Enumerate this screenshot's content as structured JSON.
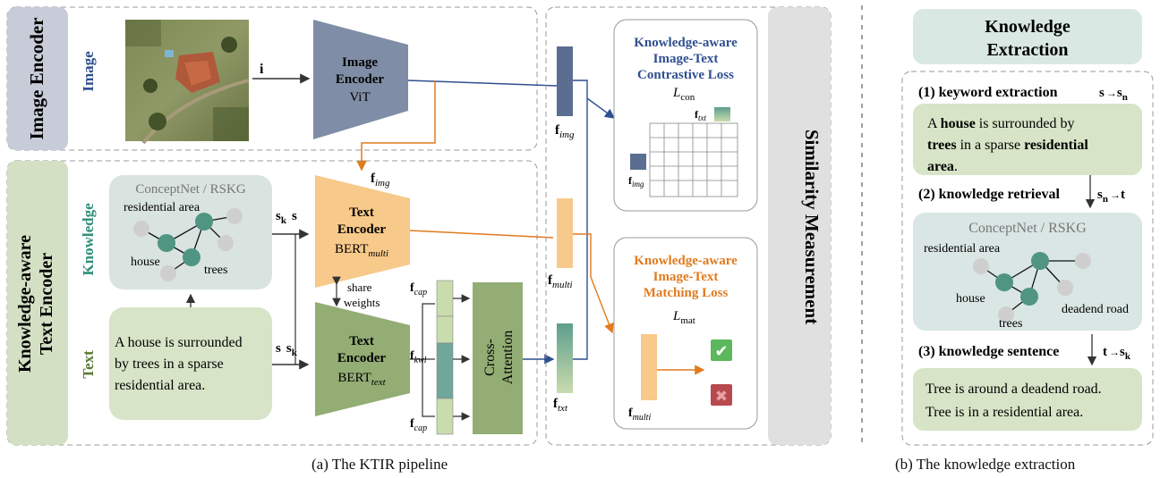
{
  "pipeline": {
    "image_encoder_section": "Image Encoder",
    "image_label": "Image",
    "input_i": "i",
    "img_enc_title": "Image",
    "img_enc_title2": "Encoder",
    "img_enc_model": "ViT",
    "f_img_top": "f",
    "f_img_top_sub": "img",
    "f_img_mid": "f",
    "f_img_mid_sub": "img",
    "ka_text_encoder_1": "Knowledge-aware",
    "ka_text_encoder_2": "Text Encoder",
    "knowledge_label": "Knowledge",
    "text_label": "Text",
    "conceptnet_title": "ConceptNet / RSKG",
    "kg_residential": "residential area",
    "kg_house": "house",
    "kg_trees": "trees",
    "s_k_s_1": "s",
    "s_k_s_1_sub": "k",
    "s_k_s_2": "s",
    "s_s_k_1": "s",
    "s_s_k_2": "s",
    "s_s_k_2_sub": "k",
    "text_input_line1": "A house is surrounded",
    "text_input_line2": "by trees in a sparse",
    "text_input_line3": "residential area.",
    "te_multi_title": "Text",
    "te_multi_title2": "Encoder",
    "te_multi_model": "BERT",
    "te_multi_sub": "multi",
    "share_1": "share",
    "share_2": "weights",
    "te_text_title": "Text",
    "te_text_title2": "Encoder",
    "te_text_model": "BERT",
    "te_text_sub": "text",
    "f_cap_top": "f",
    "f_cap_top_sub": "cap",
    "f_kwl": "f",
    "f_kwl_sub": "kwl",
    "f_cap_bot": "f",
    "f_cap_bot_sub": "cap",
    "cross_1": "Cross-",
    "cross_2": "Attention",
    "f_multi_mid": "f",
    "f_multi_mid_sub": "multi",
    "f_txt_mid": "f",
    "f_txt_mid_sub": "txt",
    "con_loss_1": "Knowledge-aware",
    "con_loss_2": "Image-Text",
    "con_loss_3": "Contrastive Loss",
    "con_symbol": "L",
    "con_symbol_sub": "con",
    "grid_f_txt": "f",
    "grid_f_txt_sub": "txt",
    "grid_f_img": "f",
    "grid_f_img_sub": "img",
    "mat_loss_1": "Knowledge-aware",
    "mat_loss_2": "Image-Text",
    "mat_loss_3": "Matching Loss",
    "mat_symbol": "L",
    "mat_symbol_sub": "mat",
    "mat_f_multi": "f",
    "mat_f_multi_sub": "multi",
    "check_glyph": "✔",
    "cross_glyph": "✖",
    "similarity": "Similarity  Measurement"
  },
  "extraction": {
    "title_1": "Knowledge",
    "title_2": "Extraction",
    "step1": "(1) keyword extraction",
    "step1_arrow_a": "s",
    "step1_arrow_b": "s",
    "step1_arrow_b_sub": "n",
    "sent_1a": "A ",
    "sent_1b": "house",
    "sent_1c": " is surrounded by",
    "sent_2a": "trees",
    "sent_2b": " in a sparse ",
    "sent_2c": "residential",
    "sent_3a": "area",
    "sent_3b": ".",
    "step2": "(2) knowledge retrieval",
    "step2_arrow_a": "s",
    "step2_arrow_a_sub": "n",
    "step2_arrow_b": "t",
    "conceptnet_title": "ConceptNet / RSKG",
    "kg_residential": "residential area",
    "kg_house": "house",
    "kg_trees": "trees",
    "kg_deadend": "deadend road",
    "step3": "(3) knowledge sentence",
    "step3_arrow_a": "t",
    "step3_arrow_b": "s",
    "step3_arrow_b_sub": "k",
    "out_1": "Tree is around a deadend road.",
    "out_2": "Tree is in a residential area."
  },
  "captions": {
    "a": "(a)  The KTIR pipeline",
    "b": "(b)  The knowledge extraction"
  },
  "colors": {
    "image_blue": "#2f4f8f",
    "encoder_slate": "#7f8ea6",
    "text_orange": "#f7c98a",
    "text_green": "#93ad74",
    "knowledge_teal": "#2f8f7a",
    "loss_orange": "#e07b1f",
    "kg_node_teal": "#4f9582",
    "kg_node_gray": "#cfcfcf"
  }
}
